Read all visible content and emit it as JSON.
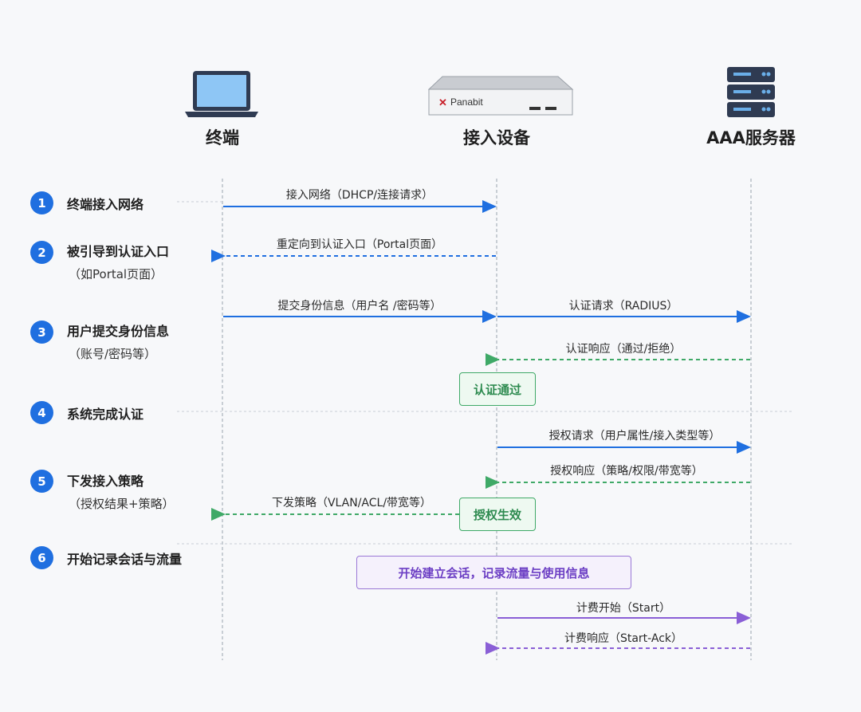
{
  "actors": [
    {
      "label": "终端",
      "icon": "laptop-icon"
    },
    {
      "label": "接入设备",
      "icon": "network-appliance-icon",
      "brand": "Panabit"
    },
    {
      "label": "AAA服务器",
      "icon": "server-rack-icon"
    }
  ],
  "steps": [
    {
      "num": "1",
      "title": "终端接入网络",
      "sub": ""
    },
    {
      "num": "2",
      "title": "被引导到认证入口",
      "sub": "（如Portal页面）"
    },
    {
      "num": "3",
      "title": "用户提交身份信息",
      "sub": "（账号/密码等）"
    },
    {
      "num": "4",
      "title": "系统完成认证",
      "sub": ""
    },
    {
      "num": "5",
      "title": "下发接入策略",
      "sub": "（授权结果+策略）"
    },
    {
      "num": "6",
      "title": "开始记录会话与流量",
      "sub": ""
    }
  ],
  "messages": [
    {
      "label": "接入网络（DHCP/连接请求）"
    },
    {
      "label": "重定向到认证入口（Portal页面）"
    },
    {
      "label": "提交身份信息（用户名 /密码等）"
    },
    {
      "label": "认证请求（RADIUS）"
    },
    {
      "label": "认证响应（通过/拒绝）"
    },
    {
      "label": "授权请求（用户属性/接入类型等）"
    },
    {
      "label": "授权响应（策略/权限/带宽等）"
    },
    {
      "label": "下发策略（VLAN/ACL/带宽等）"
    },
    {
      "label": "计费开始（Start）"
    },
    {
      "label": "计费响应（Start-Ack）"
    }
  ],
  "notes": {
    "auth_pass": "认证通过",
    "auth_effective": "授权生效",
    "session_start": "开始建立会话，记录流量与使用信息"
  },
  "colors": {
    "blue": "#1f6fe0",
    "green": "#3fa967",
    "purple": "#8a5fd6"
  }
}
